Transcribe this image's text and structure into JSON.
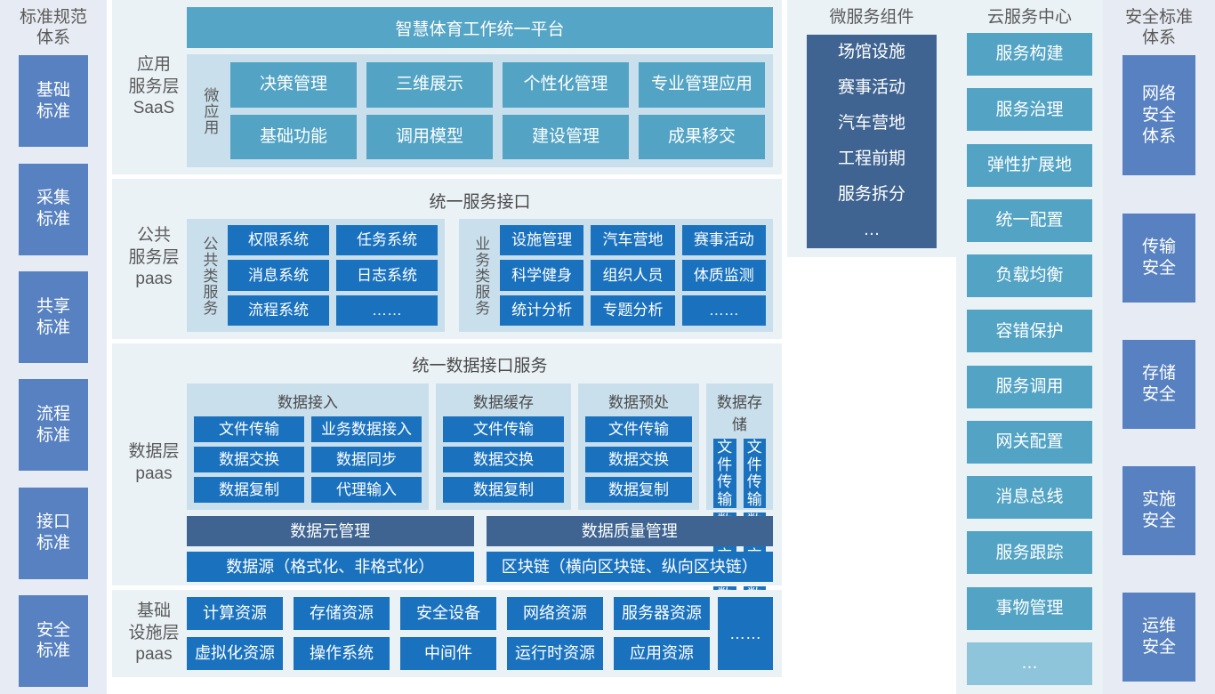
{
  "standards_column": {
    "title": "标准规范体系",
    "items": [
      "基础标准",
      "采集标准",
      "共享标准",
      "流程标准",
      "接口标准",
      "安全标准"
    ]
  },
  "application_layer": {
    "label": "应用服务层SaaS",
    "platform_title": "智慧体育工作统一平台",
    "group_label": "微应用",
    "apps": [
      "决策管理",
      "三维展示",
      "个性化管理",
      "专业管理应用",
      "基础功能",
      "调用模型",
      "建设管理",
      "成果移交"
    ]
  },
  "service_layer": {
    "label": "公共服务层paas",
    "title": "统一服务接口",
    "groups": [
      {
        "label": "公共类服务",
        "items": [
          "权限系统",
          "任务系统",
          "消息系统",
          "日志系统",
          "流程系统",
          "……"
        ]
      },
      {
        "label": "业务类服务",
        "items": [
          "设施管理",
          "汽车营地",
          "赛事活动",
          "科学健身",
          "组织人员",
          "体质监测",
          "统计分析",
          "专题分析",
          "……"
        ]
      }
    ]
  },
  "data_layer": {
    "label": "数据层paas",
    "title": "统一数据接口服务",
    "groups": [
      {
        "title": "数据接入",
        "cols": 2,
        "items": [
          "文件传输",
          "业务数据接入",
          "数据交换",
          "数据同步",
          "数据复制",
          "代理输入"
        ]
      },
      {
        "title": "数据缓存",
        "cols": 1,
        "items": [
          "文件传输",
          "数据交换",
          "数据复制"
        ]
      },
      {
        "title": "数据预处",
        "cols": 1,
        "items": [
          "文件传输",
          "数据交换",
          "数据复制"
        ]
      },
      {
        "title": "数据存储",
        "cols": 2,
        "items": [
          "文件传输",
          "文件传输",
          "数据交换",
          "数据交换",
          "数据复制",
          "数据复制"
        ]
      }
    ],
    "row_management": [
      "数据元管理",
      "数据质量管理"
    ],
    "row_source": [
      "数据源（格式化、非格式化）",
      "区块链（横向区块链、纵向区块链）"
    ]
  },
  "infrastructure_layer": {
    "label": "基础设施层paas",
    "items": [
      "计算资源",
      "存储资源",
      "安全设备",
      "网络资源",
      "服务器资源",
      "虚拟化资源",
      "操作系统",
      "中间件",
      "运行时资源",
      "应用资源"
    ],
    "more": "……"
  },
  "microservice_column": {
    "title": "微服务组件",
    "items": [
      "场馆设施",
      "赛事活动",
      "汽车营地",
      "工程前期",
      "服务拆分",
      "…"
    ]
  },
  "cloud_column": {
    "title": "云服务中心",
    "items": [
      "服务构建",
      "服务治理",
      "弹性扩展地",
      "统一配置",
      "负载均衡",
      "容错保护",
      "服务调用",
      "网关配置",
      "消息总线",
      "服务跟踪",
      "事物管理"
    ],
    "more": "…"
  },
  "security_column": {
    "title": "安全标准体系",
    "items": [
      "网络安全体系",
      "传输安全",
      "存储安全",
      "实施安全",
      "运维安全"
    ]
  },
  "colors": {
    "panel_light": "#eaf2f6",
    "panel_mid": "#c9dfec",
    "blue": "#1a72bf",
    "teal": "#52a3c4",
    "title_teal": "#55a5c6",
    "slate": "#5781c0",
    "steel": "#3f6491",
    "column_bg": "#e7ebf3"
  }
}
